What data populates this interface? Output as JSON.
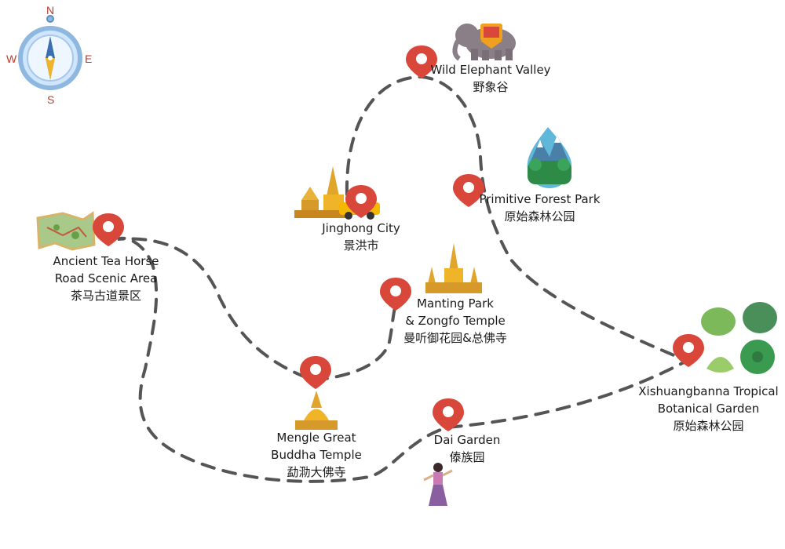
{
  "compass": {
    "n": "N",
    "s": "S",
    "e": "E",
    "w": "W"
  },
  "route_color": "#555555",
  "pin_color": "#d9473b",
  "places": {
    "wild_elephant": {
      "en": "Wild Elephant Valley",
      "zh": "野象谷"
    },
    "primitive_forest": {
      "en": "Primitive Forest Park",
      "zh": "原始森林公园"
    },
    "jinghong": {
      "en": "Jinghong City",
      "zh": "景洪市"
    },
    "tea_horse": {
      "en1": "Ancient Tea Horse",
      "en2": "Road Scenic Area",
      "zh": "茶马古道景区"
    },
    "manting": {
      "en1": "Manting Park",
      "en2": "& Zongfo Temple",
      "zh": "曼听御花园&总佛寺"
    },
    "mengle": {
      "en1": "Mengle Great",
      "en2": "Buddha Temple",
      "zh": "勐泐大佛寺"
    },
    "dai_garden": {
      "en": "Dai Garden",
      "zh": "傣族园"
    },
    "botanical": {
      "en1": "Xishuangbanna Tropical",
      "en2": "Botanical Garden",
      "zh": "原始森林公园"
    }
  }
}
